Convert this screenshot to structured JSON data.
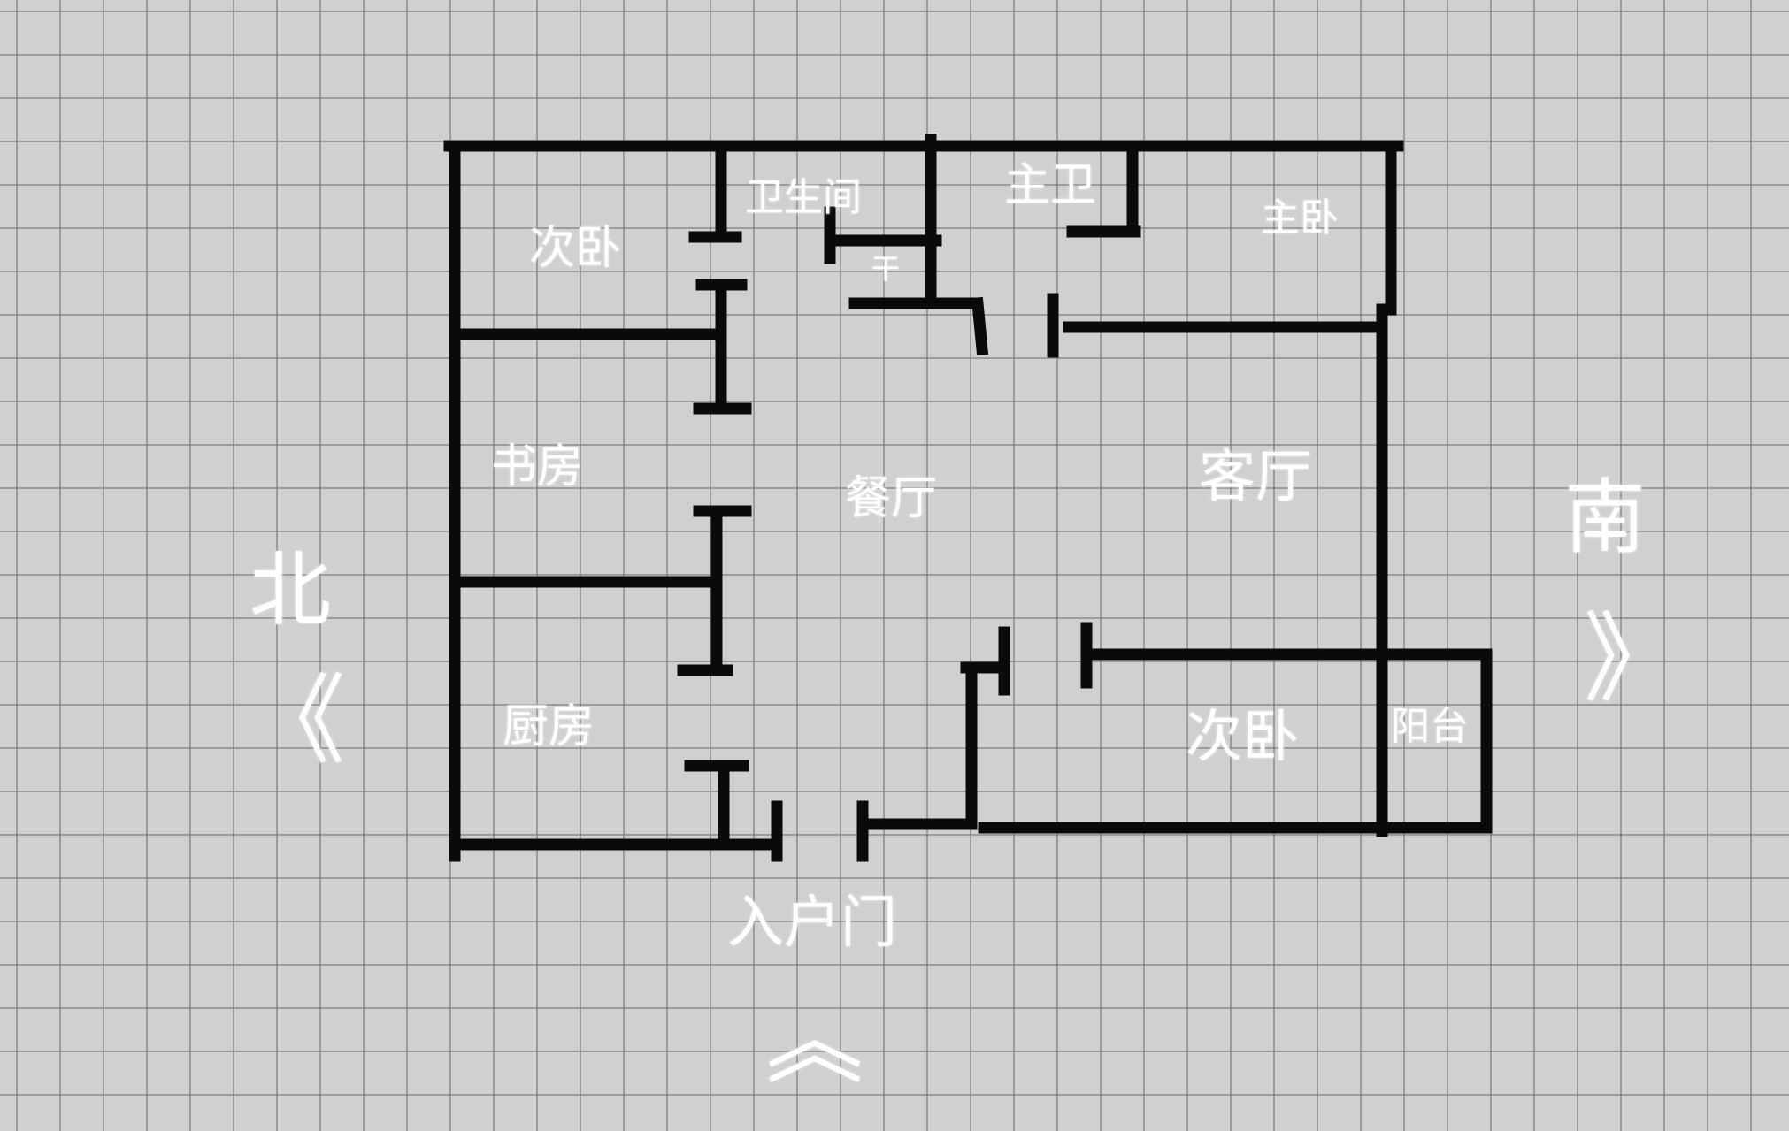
{
  "rooms": {
    "secondary_bedroom_north": "次卧",
    "bathroom": "卫生间",
    "dry_area": "干",
    "master_bath": "主卫",
    "master_bedroom": "主卧",
    "study": "书房",
    "dining_room": "餐厅",
    "living_room": "客厅",
    "kitchen": "厨房",
    "secondary_bedroom_south": "次卧",
    "balcony": "阳台"
  },
  "entrance": {
    "label": "入户门",
    "arrow": "《"
  },
  "compass": {
    "north_label": "北",
    "north_arrow": "《",
    "south_label": "南",
    "south_arrow": "》"
  },
  "colors": {
    "wall": "#0a0a0a",
    "label": "#ffffff",
    "paper": "#cfd1cf",
    "grid": "#6e7370"
  }
}
